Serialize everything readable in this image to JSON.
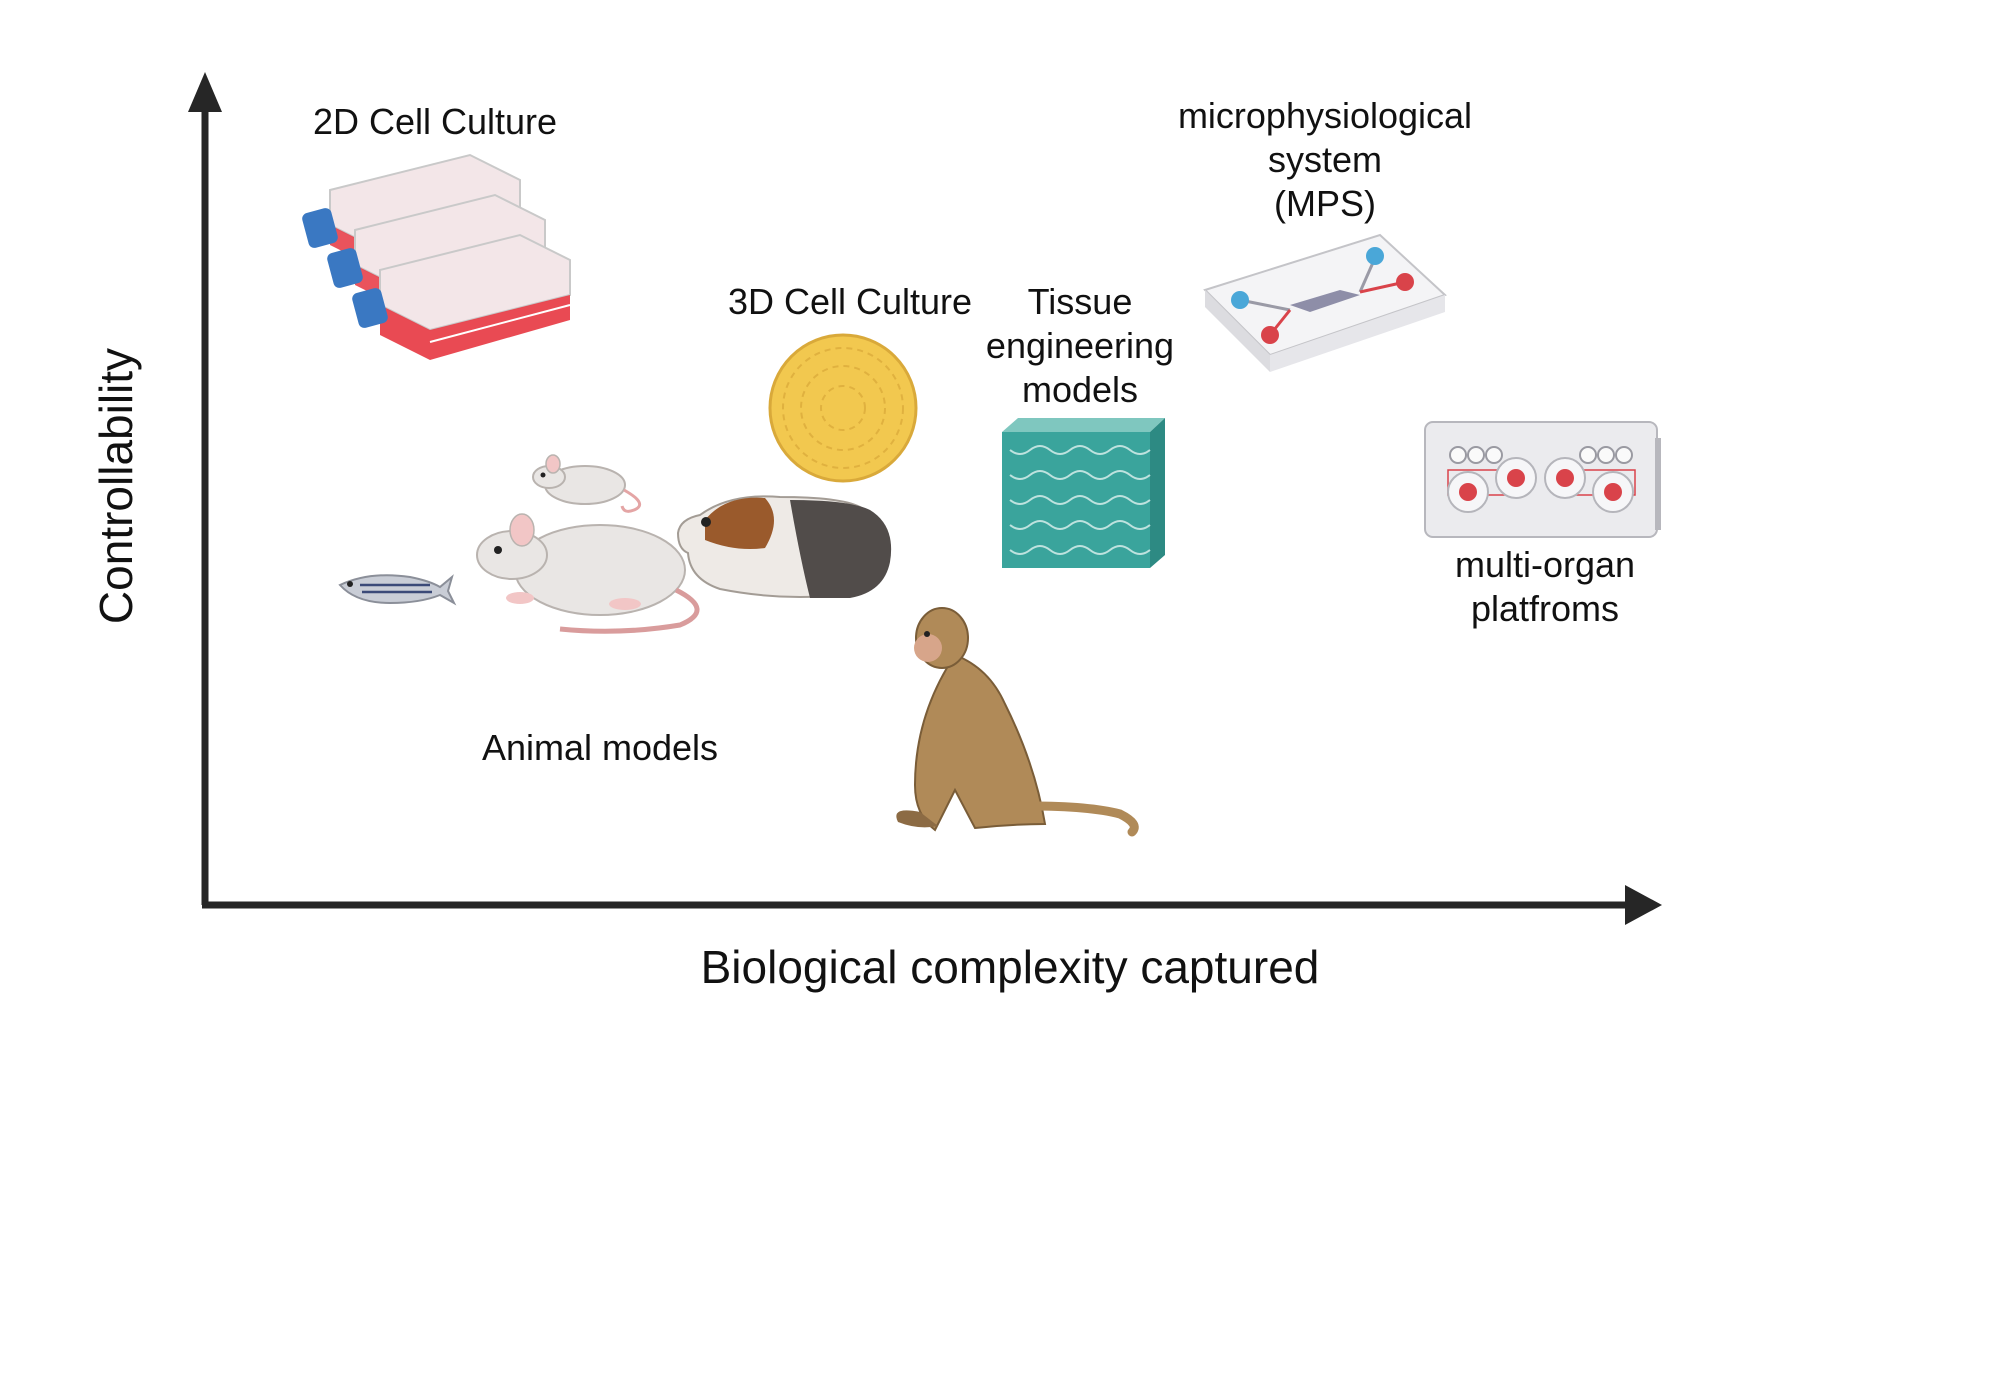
{
  "axes": {
    "y_label": "Controllability",
    "x_label": "Biological complexity captured"
  },
  "models": {
    "cell_2d": "2D Cell Culture",
    "cell_3d": "3D Cell Culture",
    "tissue": "Tissue\nengineering\nmodels",
    "mps": "microphysiological\nsystem\n(MPS)",
    "multi_organ": "multi-organ\nplatfroms",
    "animal": "Animal models"
  },
  "colors": {
    "axis": "#262626",
    "flask_medium": "#e8404a",
    "flask_cap": "#3a78c2",
    "spheroid": "#f2c84f",
    "scaffold": "#3aa49c",
    "chip_red": "#d9434a",
    "chip_blue": "#4aa7d8",
    "monkey": "#b08a58",
    "rodent": "#e9e6e4"
  }
}
